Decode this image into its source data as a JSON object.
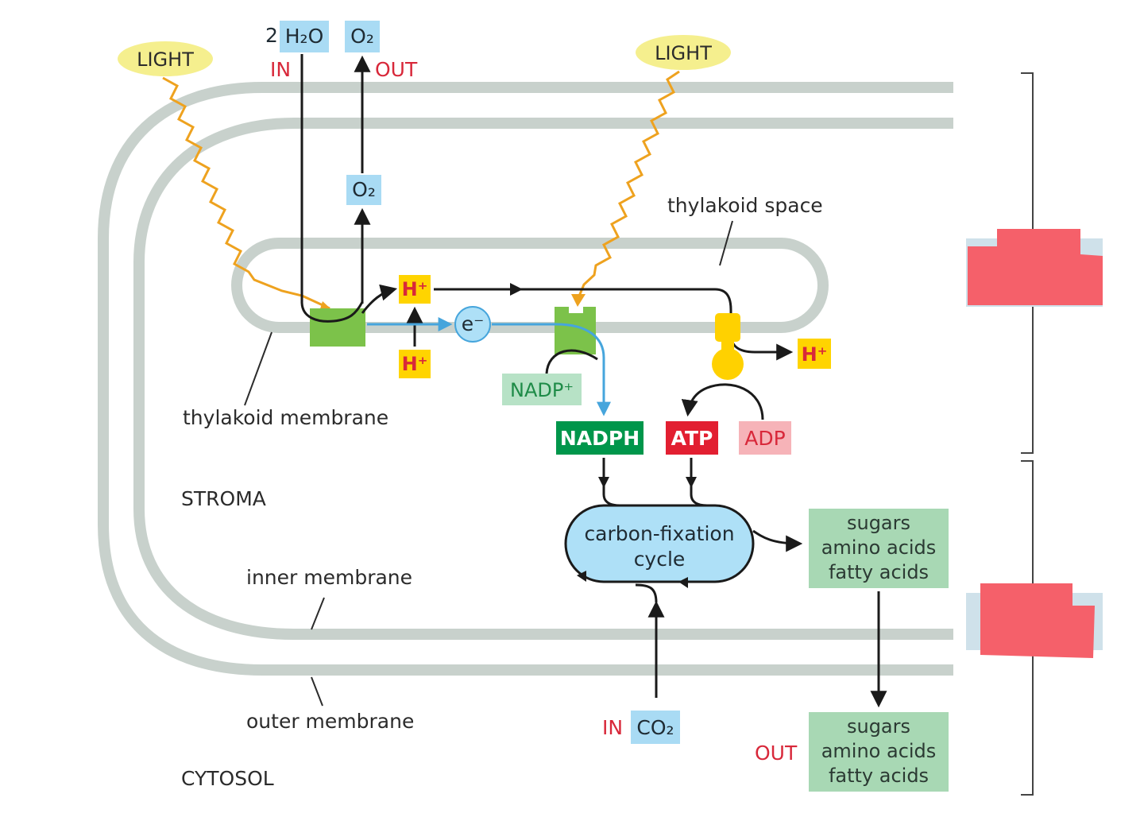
{
  "light_left": "LIGHT",
  "light_right": "LIGHT",
  "water_count": "2",
  "water": "H₂O",
  "oxygen_top": "O₂",
  "oxygen_mid": "O₂",
  "in_top": "IN",
  "out_top": "OUT",
  "thylakoid_space": "thylakoid space",
  "thylakoid_membrane": "thylakoid membrane",
  "stroma": "STROMA",
  "inner_membrane": "inner membrane",
  "outer_membrane": "outer membrane",
  "cytosol": "CYTOSOL",
  "hplus_1": "H⁺",
  "hplus_2": "H⁺",
  "hplus_3": "H⁺",
  "electron": "e⁻",
  "nadp_plus": "NADP⁺",
  "nadph": "NADPH",
  "atp": "ATP",
  "adp": "ADP",
  "cycle_line1": "carbon-fixation",
  "cycle_line2": "cycle",
  "products_stroma": [
    "sugars",
    "amino acids",
    "fatty acids"
  ],
  "products_cytosol": [
    "sugars",
    "amino acids",
    "fatty acids"
  ],
  "in_co2": "IN",
  "co2": "CO₂",
  "out_products": "OUT",
  "colors": {
    "membrane": "#c8d1cc",
    "light_bubble": "#f5ef8e",
    "wave": "#eea21f",
    "molecule_box": "#a9dbf4",
    "hplus_box": "#ffd400",
    "nadph_box": "#00964b",
    "nadp_box": "#b7e2c6",
    "atp_box": "#e21f31",
    "adp_box": "#f6b3b8",
    "product_box": "#a8d8b4",
    "cycle_fill": "#aee0f7",
    "electron_path": "#46a5dc",
    "complex_green": "#7cc24a",
    "atp_synthase": "#ffd100",
    "redaction": "#f5606a"
  }
}
